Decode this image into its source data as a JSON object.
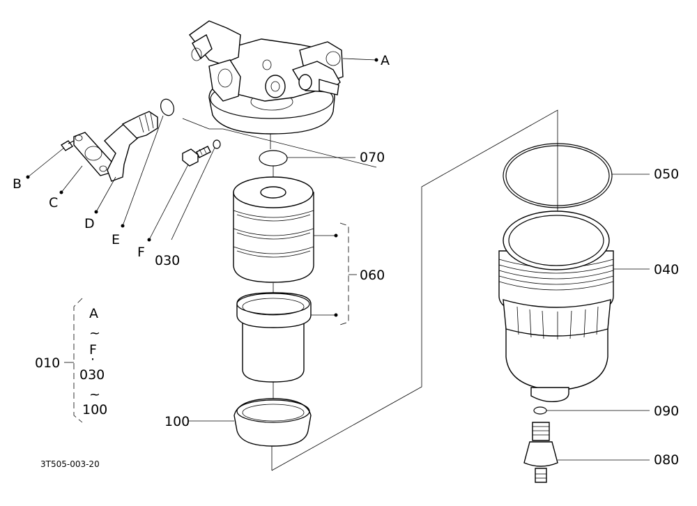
{
  "labels": {
    "A": "A",
    "B": "B",
    "C": "C",
    "D": "D",
    "E": "E",
    "F": "F",
    "p030": "030",
    "p040": "040",
    "p050": "050",
    "p060": "060",
    "p070": "070",
    "p080": "080",
    "p090": "090",
    "p100": "100",
    "p010": "010"
  },
  "range": {
    "start": "A",
    "tilde1": "~",
    "mid": "F",
    "dot": "·",
    "mid2": "030",
    "tilde2": "~",
    "end": "100"
  },
  "drawing_code": "3T505-003-20",
  "colors": {
    "ink": "#000000",
    "paper": "#ffffff"
  }
}
